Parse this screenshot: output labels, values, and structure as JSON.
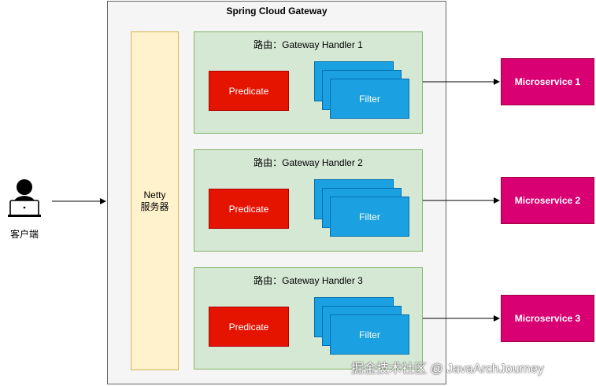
{
  "diagram": {
    "gateway_title": "Spring Cloud Gateway",
    "netty_line1": "Netty",
    "netty_line2": "服务器",
    "client_label": "客户端",
    "routes": [
      {
        "title": "路由：Gateway Handler 1",
        "predicate": "Predicate",
        "filter": "Filter",
        "microservice": "Microservice 1"
      },
      {
        "title": "路由：Gateway Handler 2",
        "predicate": "Predicate",
        "filter": "Filter",
        "microservice": "Microservice 2"
      },
      {
        "title": "路由：Gateway Handler 3",
        "predicate": "Predicate",
        "filter": "Filter",
        "microservice": "Microservice 3"
      }
    ],
    "watermark": "掘金技术社区 @ JavaArchJourney",
    "colors": {
      "gateway_fill": "#f5f5f5",
      "netty_fill": "#fff2cc",
      "route_fill": "#d5e8d4",
      "predicate_fill": "#e51400",
      "filter_fill": "#1ba1e2",
      "microservice_fill": "#d80073"
    },
    "icons": {
      "client": "user-laptop-icon"
    }
  }
}
